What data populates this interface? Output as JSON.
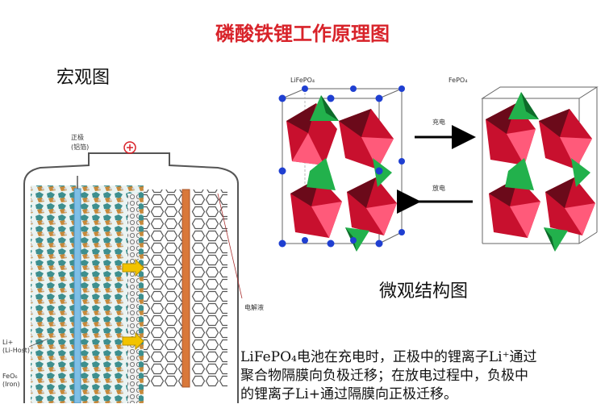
{
  "title": "磷酸铁锂工作原理图",
  "macro_label": "宏观图",
  "micro_label": "微观结构图",
  "battery": {
    "positive_terminal_label": "正极",
    "positive_terminal_sub": "(铝箔)",
    "plus_symbol": "⊕",
    "li_label": "Li+",
    "li_sub": "(Li-Host)",
    "feo_label": "FeO₆",
    "feo_sub": "(Iron)",
    "electrolyte_label": "电解液"
  },
  "crystal": {
    "left_label": "LiFePO₄",
    "right_label": "FePO₄",
    "charge_label": "充电",
    "discharge_label": "放电"
  },
  "description": {
    "line1": "LiFePO₄电池在充电时，正极中的锂离子Li⁺通过",
    "line2": "聚合物隔膜向负极迁移；在放电过程中，负极中",
    "line3": "的锂离子Li+通过隔膜向正极迁移。"
  },
  "colors": {
    "title": "#d8232a",
    "octahedron": "#c8102e",
    "tetrahedron": "#22b14c",
    "lithium": "#1f3fd1"
  }
}
